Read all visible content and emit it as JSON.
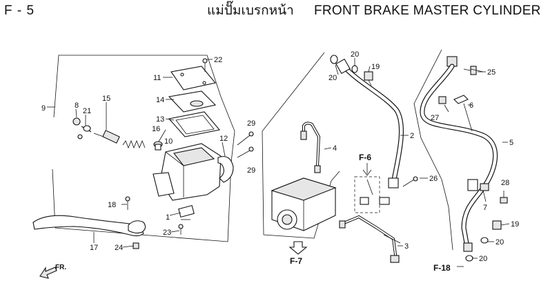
{
  "header": {
    "page_code": "F - 5",
    "title_thai": "แม่ปั๊มเบรกหน้า",
    "title_en": "FRONT BRAKE MASTER CYLINDER"
  },
  "callouts": [
    "1",
    "2",
    "3",
    "4",
    "5",
    "6",
    "7",
    "8",
    "9",
    "10",
    "11",
    "12",
    "13",
    "14",
    "15",
    "16",
    "17",
    "18",
    "19",
    "19",
    "20",
    "20",
    "20",
    "20",
    "21",
    "22",
    "23",
    "24",
    "25",
    "26",
    "27",
    "28",
    "29",
    "29"
  ],
  "references": {
    "f6": "F-6",
    "f7": "F-7",
    "f18": "F-18"
  },
  "direction": "FR."
}
